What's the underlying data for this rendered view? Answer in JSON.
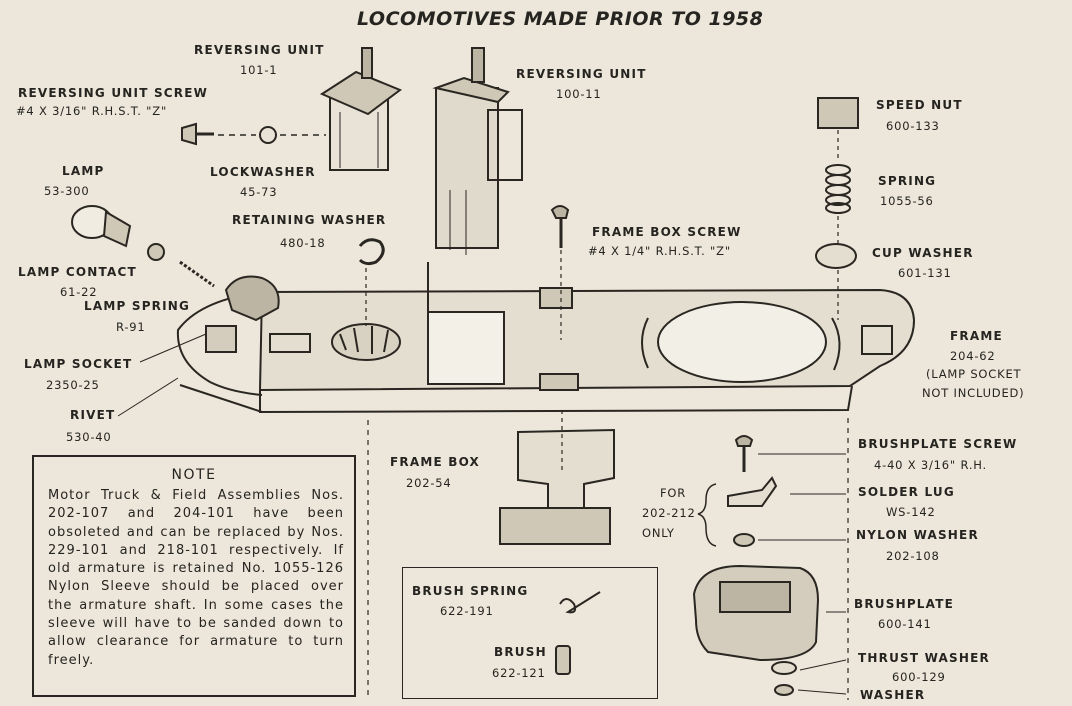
{
  "title": "LOCOMOTIVES MADE PRIOR TO 1958",
  "parts": {
    "reversing_unit_101": {
      "name": "REVERSING UNIT",
      "number": "101-1"
    },
    "reversing_unit_100": {
      "name": "REVERSING UNIT",
      "number": "100-11"
    },
    "reversing_unit_screw": {
      "name": "REVERSING UNIT SCREW",
      "number": "#4 X 3/16\" R.H.S.T. \"Z\""
    },
    "lockwasher": {
      "name": "LOCKWASHER",
      "number": "45-73"
    },
    "lamp": {
      "name": "LAMP",
      "number": "53-300"
    },
    "retaining_washer": {
      "name": "RETAINING WASHER",
      "number": "480-18"
    },
    "lamp_contact": {
      "name": "LAMP CONTACT",
      "number": "61-22"
    },
    "lamp_spring": {
      "name": "LAMP SPRING",
      "number": "R-91"
    },
    "lamp_socket": {
      "name": "LAMP SOCKET",
      "number": "2350-25"
    },
    "rivet": {
      "name": "RIVET",
      "number": "530-40"
    },
    "frame_box_screw": {
      "name": "FRAME BOX SCREW",
      "number": "#4 X 1/4\" R.H.S.T. \"Z\""
    },
    "speed_nut": {
      "name": "SPEED NUT",
      "number": "600-133"
    },
    "spring": {
      "name": "SPRING",
      "number": "1055-56"
    },
    "cup_washer": {
      "name": "CUP WASHER",
      "number": "601-131"
    },
    "frame": {
      "name": "FRAME",
      "number": "204-62",
      "note_line1": "(LAMP SOCKET",
      "note_line2": "NOT INCLUDED)"
    },
    "frame_box": {
      "name": "FRAME BOX",
      "number": "202-54"
    },
    "brushplate_screw": {
      "name": "BRUSHPLATE SCREW",
      "number": "4-40 X 3/16\" R.H."
    },
    "solder_lug": {
      "name": "SOLDER LUG",
      "number": "WS-142"
    },
    "nylon_washer": {
      "name": "NYLON WASHER",
      "number": "202-108"
    },
    "brushplate": {
      "name": "BRUSHPLATE",
      "number": "600-141"
    },
    "thrust_washer": {
      "name": "THRUST WASHER",
      "number": "600-129"
    },
    "washer": {
      "name": "WASHER"
    },
    "brush_spring": {
      "name": "BRUSH SPRING",
      "number": "622-191"
    },
    "brush": {
      "name": "BRUSH",
      "number": "622-121"
    }
  },
  "for_only": {
    "line1": "FOR",
    "line2": "202-212",
    "line3": "ONLY"
  },
  "note": {
    "title": "NOTE",
    "body": "Motor Truck & Field Assemblies Nos. 202-107 and 204-101 have been obsoleted and can be replaced by Nos. 229-101 and 218-101 respectively. If old armature is retained No. 1055-126 Nylon Sleeve should be placed over the armature shaft. In some cases the sleeve will have to be sanded down to allow clearance for armature to turn freely."
  }
}
